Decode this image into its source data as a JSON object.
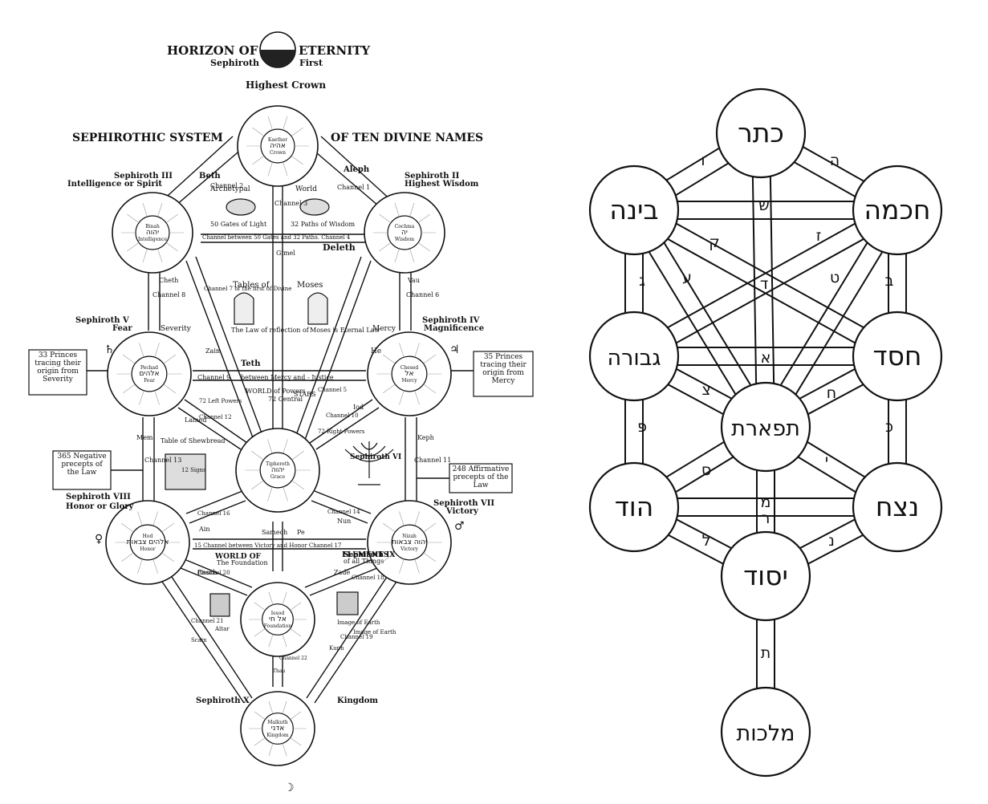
{
  "left": {
    "top_title_left": "HORIZON OF",
    "top_title_right": "ETERNITY",
    "top_sub_left": "Sephiroth",
    "top_sub_right": "First",
    "highest_crown": "Highest Crown",
    "system_title_left": "SEPHIROTHIC SYSTEM",
    "system_title_right": "OF TEN DIVINE NAMES",
    "nodes": [
      {
        "id": "kether",
        "lines": [
          "Kaether",
          "אהיה",
          "Crown"
        ]
      },
      {
        "id": "chochma",
        "lines": [
          "Cochma",
          "יה",
          "Wisdom"
        ]
      },
      {
        "id": "binah",
        "lines": [
          "Binah",
          "יהוה",
          "Intelligence"
        ]
      },
      {
        "id": "chesed",
        "lines": [
          "Chesed",
          "אל",
          "Mercy"
        ]
      },
      {
        "id": "pechad",
        "lines": [
          "Pechad",
          "אלהים",
          "Fear"
        ]
      },
      {
        "id": "tiphereth",
        "lines": [
          "Tiphereth",
          "יהוה",
          "Grace"
        ]
      },
      {
        "id": "nizah",
        "lines": [
          "Nizah",
          "יהוה צבאות",
          "Victory"
        ]
      },
      {
        "id": "hod",
        "lines": [
          "Hod",
          "אלהים צבאות",
          "Honor"
        ]
      },
      {
        "id": "iesod",
        "lines": [
          "Iesod",
          "אל חי",
          "Foundation"
        ]
      },
      {
        "id": "malkuth",
        "lines": [
          "Malkuth",
          "אדני",
          "Kingdom"
        ]
      }
    ],
    "labels": [
      "Sephiroth III",
      "Intelligence or Spirit",
      "Sephiroth II",
      "Highest Wisdom",
      "Sephiroth V",
      "Fear",
      "Sephiroth IV",
      "Magnificence",
      "Sephiroth VIII",
      "Honor or Glory",
      "Sephiroth VII",
      "Victory",
      "Sephiroth X",
      "Kingdom",
      "Sephiroth VI",
      "Sephiroth IX",
      "Beth",
      "Aleph",
      "Channel 2",
      "Channel 1",
      "Channel 3",
      "Archetypal",
      "World",
      "50 Gates of Light",
      "32 Paths of Wisdom",
      "Channel between 50 Gates and 32 Paths. Channel 4",
      "Deleth",
      "Gimel",
      "Tables of",
      "Moses",
      "The Law of reflection of",
      "Moses is Eternal Law",
      "Cheth",
      "Channel 8",
      "Severity",
      "Vau",
      "Channel 6",
      "Mercy",
      "He",
      "Channel 7 of the first of Divine",
      "Zain",
      "Channel 5",
      "Teth",
      "between Mercy and - Justice",
      "Channel 9",
      "WORLD of Powers",
      "STARS",
      "72 Central",
      "72 Left Powers",
      "72 Right Powers",
      "Lamed",
      "Channel 12",
      "Channel 10",
      "Iod",
      "Mem",
      "Channel 13",
      "Table of Shewbread",
      "12 Signs",
      "Keph",
      "Channel 11",
      "Channel 16",
      "Ain",
      "Channel 14",
      "Nun",
      "Samech",
      "Pe",
      "15 Channel between Victory and Honor Channel 17",
      "WORLD OF",
      "The Foundation",
      "ELEMENTS",
      "of all Things",
      "Resch",
      "Channel 20",
      "Zade",
      "Channel 18",
      "Altar",
      "Image of Earth",
      "Image of Earth",
      "Channel 21",
      "Scain",
      "Kuph",
      "Channel 19",
      "Channel 22",
      "Thau"
    ],
    "box_left_top": "33 Princes tracing their origin from Severity",
    "box_right_top": "35 Princes tracing their origin from Mercy",
    "box_left_bottom": "365 Negative precepts of the Law",
    "box_right_bottom": "248 Affirmative precepts of the Law"
  },
  "right": {
    "nodes": [
      {
        "id": "keter",
        "text": "כתר"
      },
      {
        "id": "binah",
        "text": "בינה"
      },
      {
        "id": "chokhmah",
        "text": "חכמה"
      },
      {
        "id": "gevurah",
        "text": "גבורה"
      },
      {
        "id": "chesed",
        "text": "חסד"
      },
      {
        "id": "tiferet",
        "text": "תפארת"
      },
      {
        "id": "hod",
        "text": "הוד"
      },
      {
        "id": "netzach",
        "text": "נצח"
      },
      {
        "id": "yesod",
        "text": "יסוד"
      },
      {
        "id": "malkhut",
        "text": "מלכות"
      }
    ],
    "letters": [
      "ו",
      "ה",
      "ש",
      "ק",
      "ז",
      "ג",
      "ע",
      "ד",
      "ט",
      "ב",
      "א",
      "צ",
      "ח",
      "פ",
      "כ",
      "ס",
      "י",
      "מ",
      "ר",
      "ל",
      "נ",
      "ת"
    ]
  }
}
